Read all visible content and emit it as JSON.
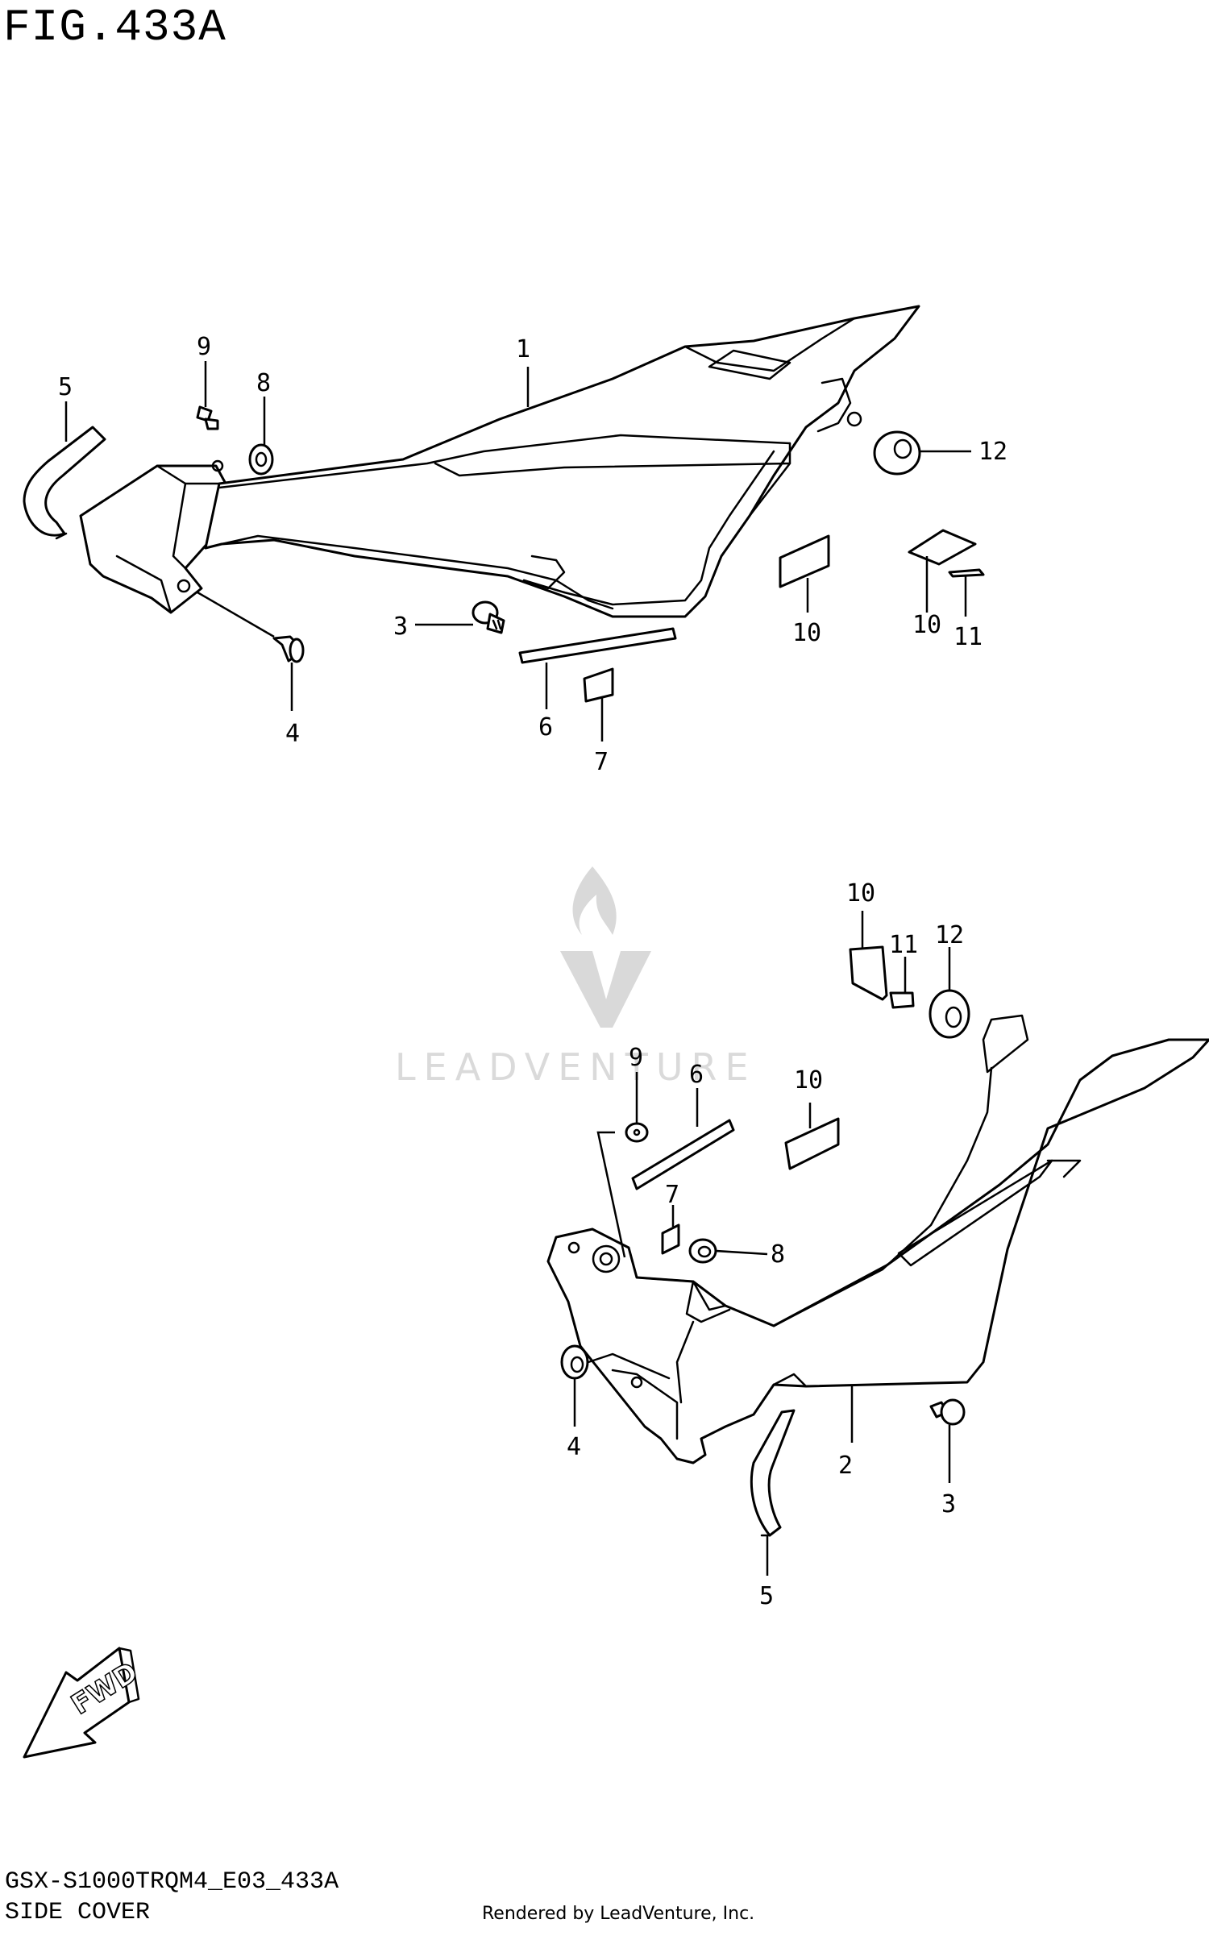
{
  "figure": {
    "title": "FIG.433A",
    "code": "GSX-S1000TRQM4_E03_433A",
    "name": "SIDE COVER",
    "credit": "Rendered by LeadVenture, Inc.",
    "watermark": "LEADVENTURE",
    "fwd_label": "FWD"
  },
  "callouts_upper": [
    "1",
    "3",
    "4",
    "5",
    "6",
    "7",
    "8",
    "9",
    "10",
    "10",
    "11",
    "12"
  ],
  "callouts_lower": [
    "2",
    "3",
    "4",
    "5",
    "6",
    "7",
    "8",
    "9",
    "10",
    "10",
    "11",
    "12"
  ],
  "colors": {
    "line": "#000000",
    "background": "#ffffff",
    "watermark": "#d9d9d9"
  }
}
